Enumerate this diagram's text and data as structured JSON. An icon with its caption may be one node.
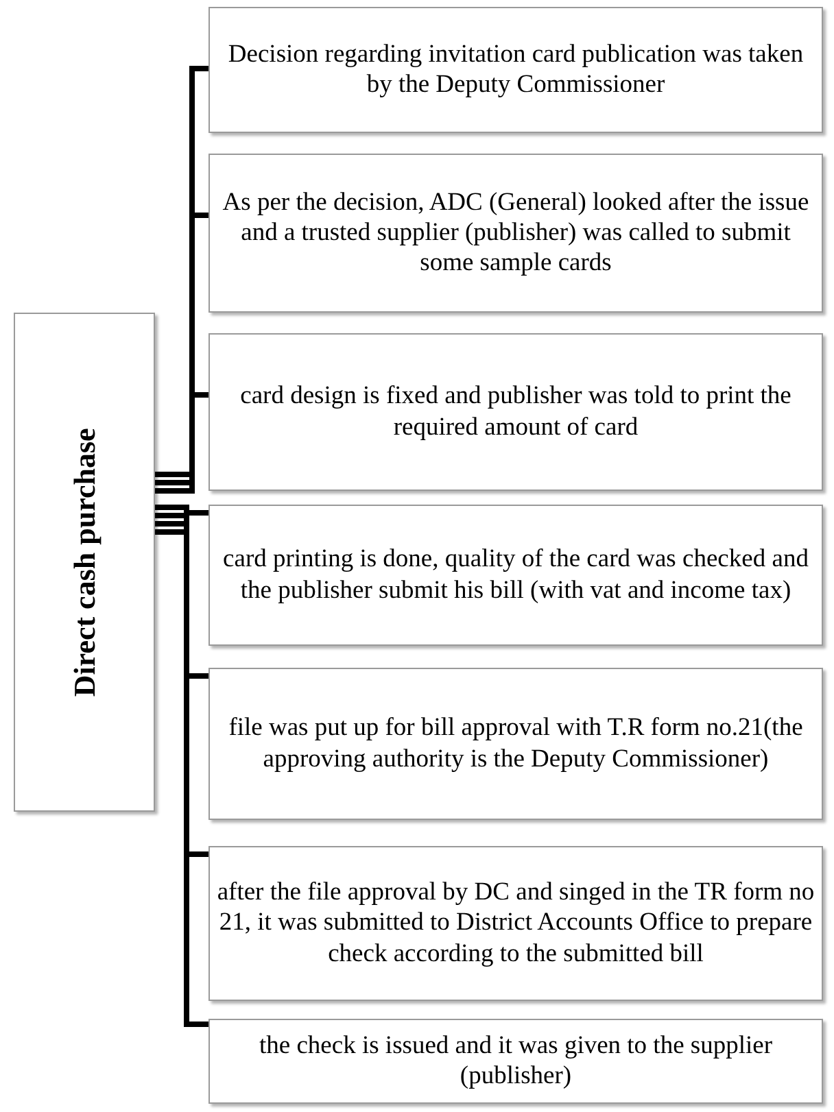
{
  "diagram": {
    "nodes": [
      {
        "text": [
          "Direct cash purchase"
        ]
      },
      {
        "text": [
          "Decision regarding invitation card publication was taken by the Deputy Commissioner"
        ]
      },
      {
        "text": [
          "As per the decision, ADC (General) looked after the issue and a trusted supplier (publisher) was called to submit some sample cards"
        ]
      },
      {
        "text": [
          "card design is fixed and publisher was told to print the required amount of card"
        ]
      },
      {
        "text": [
          "card printing is done, quality of the card was checked and the publisher submit his bill (with vat and income tax)"
        ]
      },
      {
        "text": [
          "file was put up for bill approval with T.R form no.21(the approving authority is the Deputy Commissioner)"
        ]
      },
      {
        "text": [
          "after the file approval by DC and singed in the TR form no 21, it was submitted to District Accounts Office to prepare check according to the submitted bill"
        ]
      },
      {
        "text": [
          "the check is issued and it was given to the supplier (publisher)"
        ]
      }
    ],
    "edges": [
      {
        "from": 0,
        "to": 1,
        "arrow": "none"
      },
      {
        "from": 0,
        "to": 2,
        "arrow": "none"
      },
      {
        "from": 0,
        "to": 3,
        "arrow": "none"
      },
      {
        "from": 0,
        "to": 4,
        "arrow": "none"
      },
      {
        "from": 0,
        "to": 5,
        "arrow": "none"
      },
      {
        "from": 0,
        "to": 6,
        "arrow": "none"
      },
      {
        "from": 0,
        "to": 7,
        "arrow": "none"
      }
    ]
  }
}
